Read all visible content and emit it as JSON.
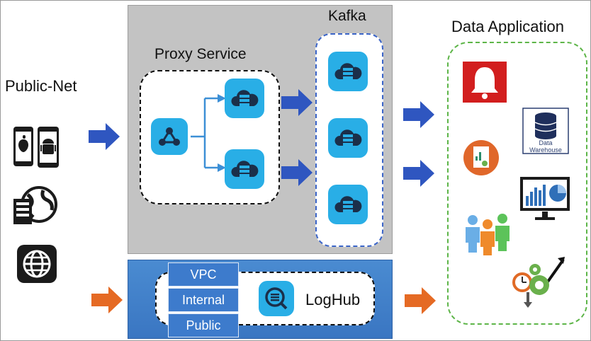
{
  "labels": {
    "public_net": "Public-Net",
    "proxy_service": "Proxy Service",
    "kafka": "Kafka",
    "data_application": "Data Application",
    "vpc": "VPC",
    "internal": "Internal",
    "public": "Public",
    "loghub": "LogHub",
    "data_warehouse_line1": "Data",
    "data_warehouse_line2": "Warehouse"
  },
  "colors": {
    "tile_blue": "#29aee6",
    "arrow_blue": "#2f56c0",
    "arrow_orange": "#e56a24",
    "gray_panel": "#c3c3c3",
    "blue_panel": "#3a76c2",
    "green_dash": "#5db548"
  },
  "icons": {
    "source_devices": "mobile-devices-icon",
    "source_server": "server-globe-icon",
    "source_web": "globe-icon",
    "proxy_entry": "network-node-icon",
    "proxy_nodes": "cloud-server-icon",
    "kafka_nodes": "cloud-server-icon",
    "loghub": "loghub-icon",
    "apps": [
      "alarm-bell-icon",
      "report-icon",
      "data-warehouse-icon",
      "monitor-chart-icon",
      "users-group-icon",
      "gears-performance-icon"
    ]
  }
}
